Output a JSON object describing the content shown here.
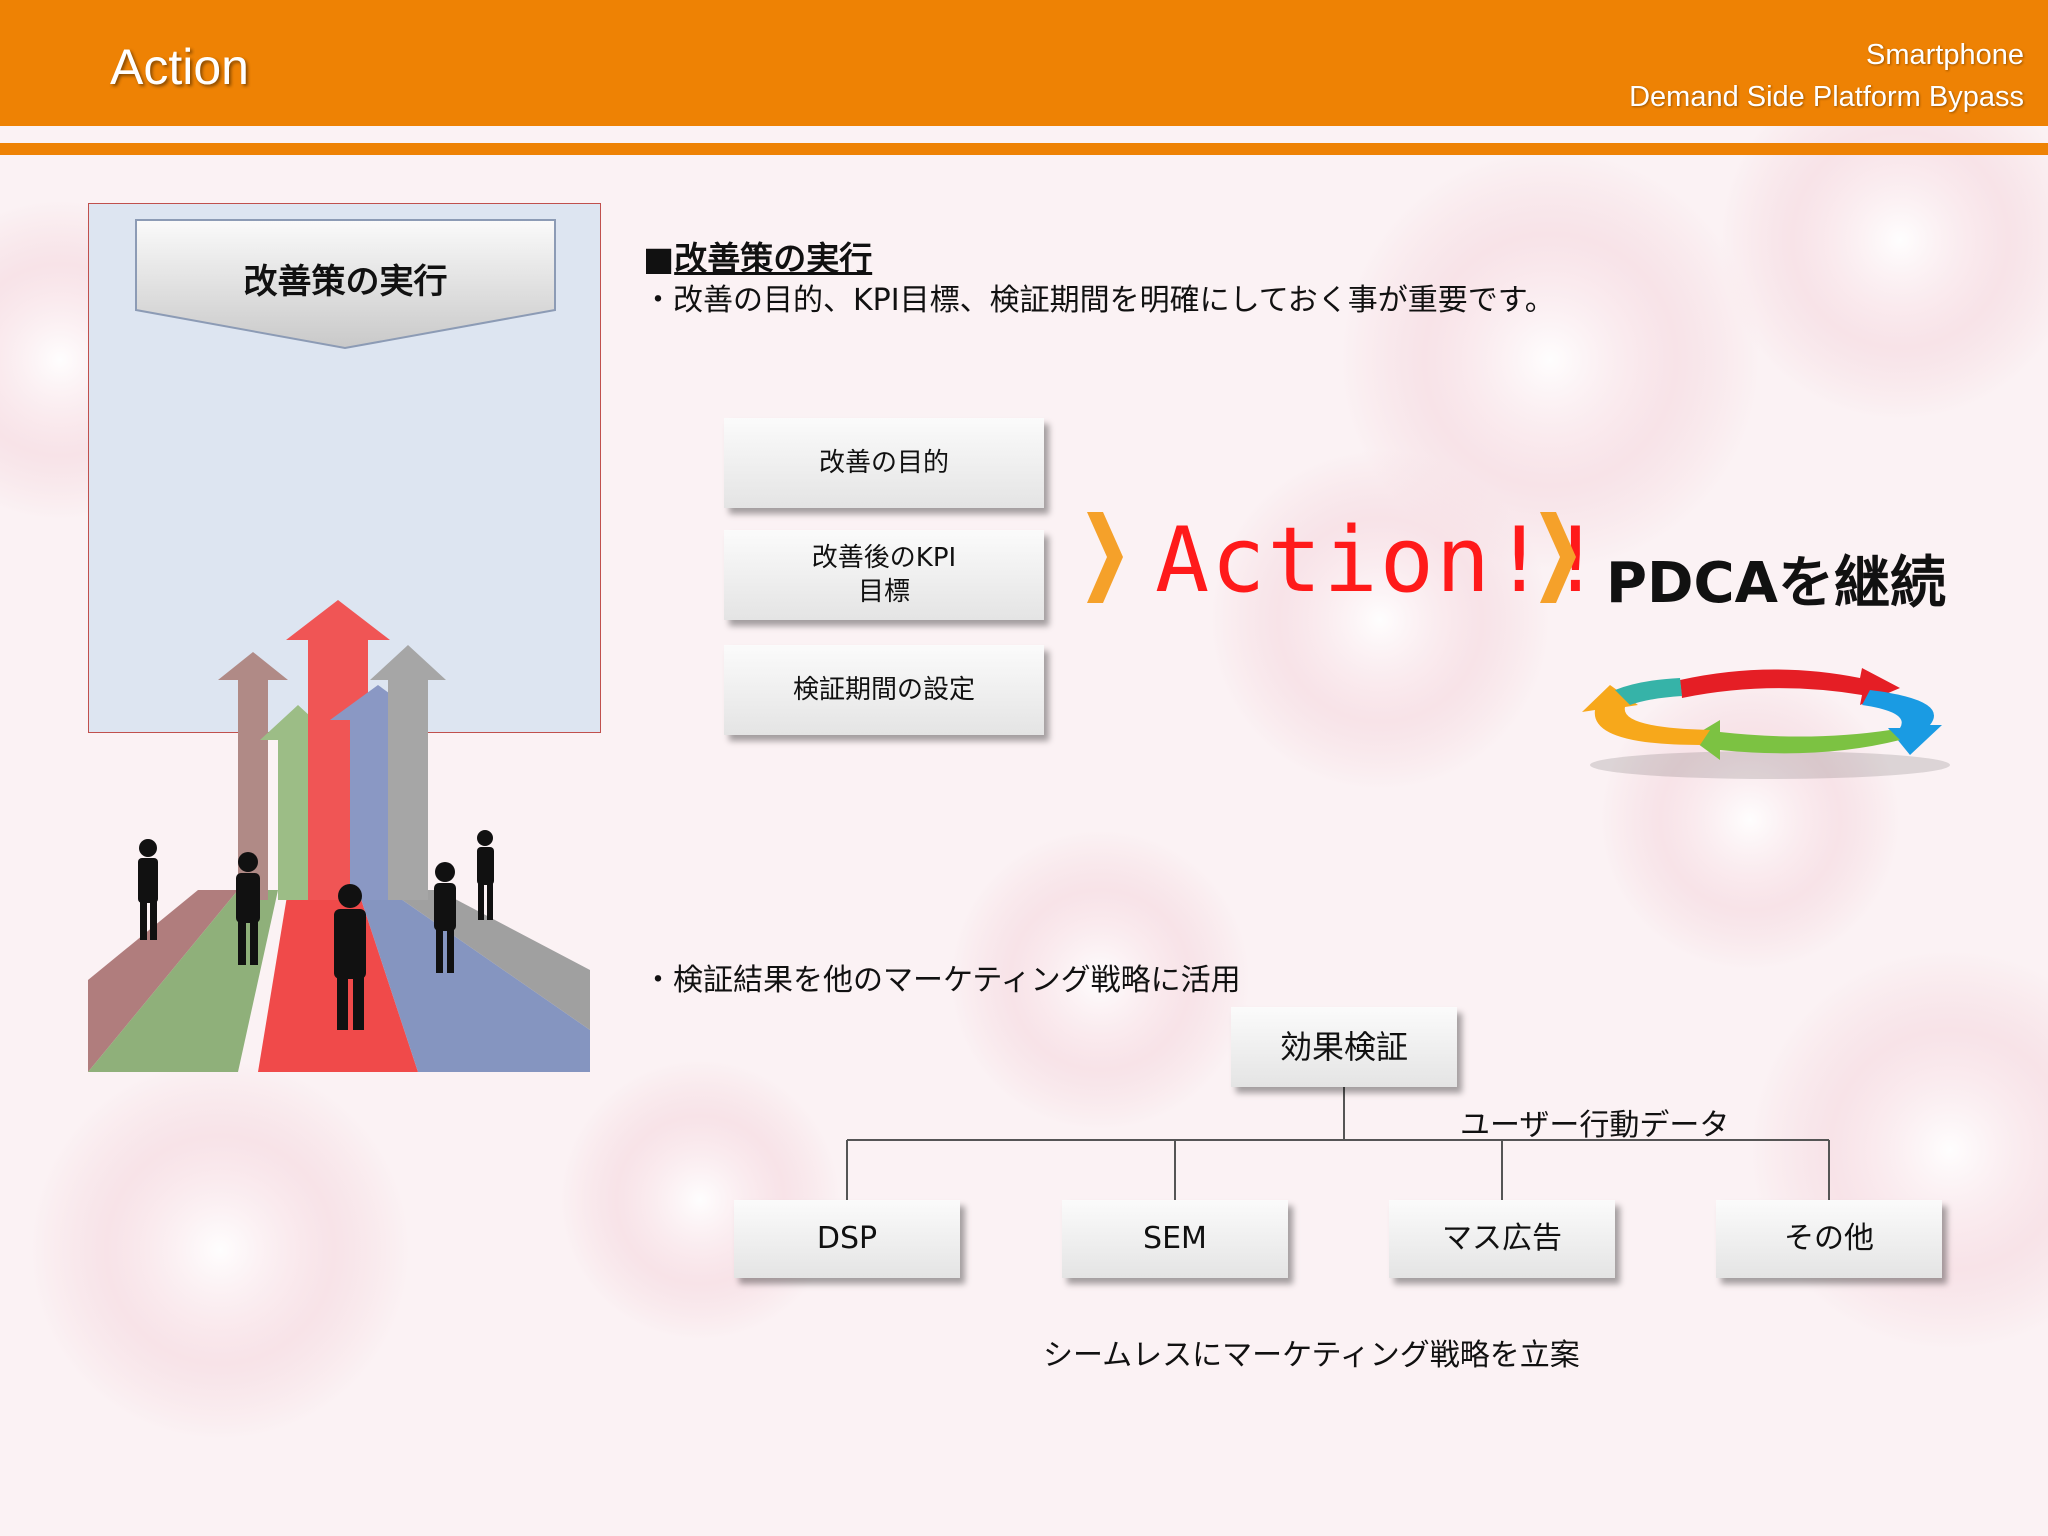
{
  "header": {
    "title": "Action",
    "subtitle_line1": "Smartphone",
    "subtitle_line2": "Demand Side Platform Bypass"
  },
  "left_panel": {
    "chevron_label": "改善策の実行"
  },
  "section1": {
    "heading_mark": "■",
    "heading": "改善策の実行",
    "description": "・改善の目的、KPI目標、検証期間を明確にしておく事が重要です。"
  },
  "flow": {
    "boxes": [
      {
        "line1": "改善の目的",
        "line2": ""
      },
      {
        "line1": "改善後のKPI",
        "line2": "目標"
      },
      {
        "line1": "検証期間の設定",
        "line2": ""
      }
    ],
    "action_text": "Action!!",
    "pdca_text": "PDCAを継続"
  },
  "section2": {
    "description": "・検証結果を他のマーケティング戦略に活用",
    "root": "効果検証",
    "branch_label": "ユーザー行動データ",
    "children": [
      "DSP",
      "SEM",
      "マス広告",
      "その他"
    ],
    "footer": "シームレスにマーケティング戦略を立案"
  },
  "colors": {
    "header": "#ee8204",
    "action": "#ff1a1a",
    "panel": "#dde5f1",
    "panel_border": "#c0504d"
  }
}
